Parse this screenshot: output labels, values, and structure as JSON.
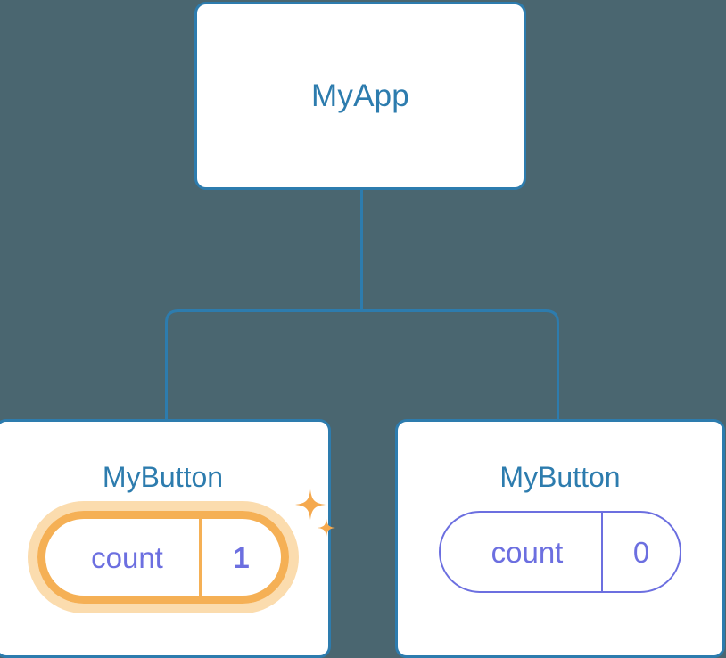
{
  "diagram": {
    "title": "component-tree",
    "background_color": "#4a6670",
    "node_color": "#ffffff",
    "node_border_color": "#2d7cae",
    "node_text_color": "#2d7cae",
    "connector_color": "#2d7cae",
    "state_text_color": "#6c6fe0",
    "highlight_color": "#f5b055",
    "highlight_glow_color": "#fbdcae"
  },
  "root": {
    "label": "MyApp"
  },
  "children": [
    {
      "label": "MyButton",
      "state": {
        "key": "count",
        "value": "1",
        "highlighted": true,
        "sparkle_icon": "sparkles-icon"
      }
    },
    {
      "label": "MyButton",
      "state": {
        "key": "count",
        "value": "0",
        "highlighted": false,
        "sparkle_icon": ""
      }
    }
  ]
}
